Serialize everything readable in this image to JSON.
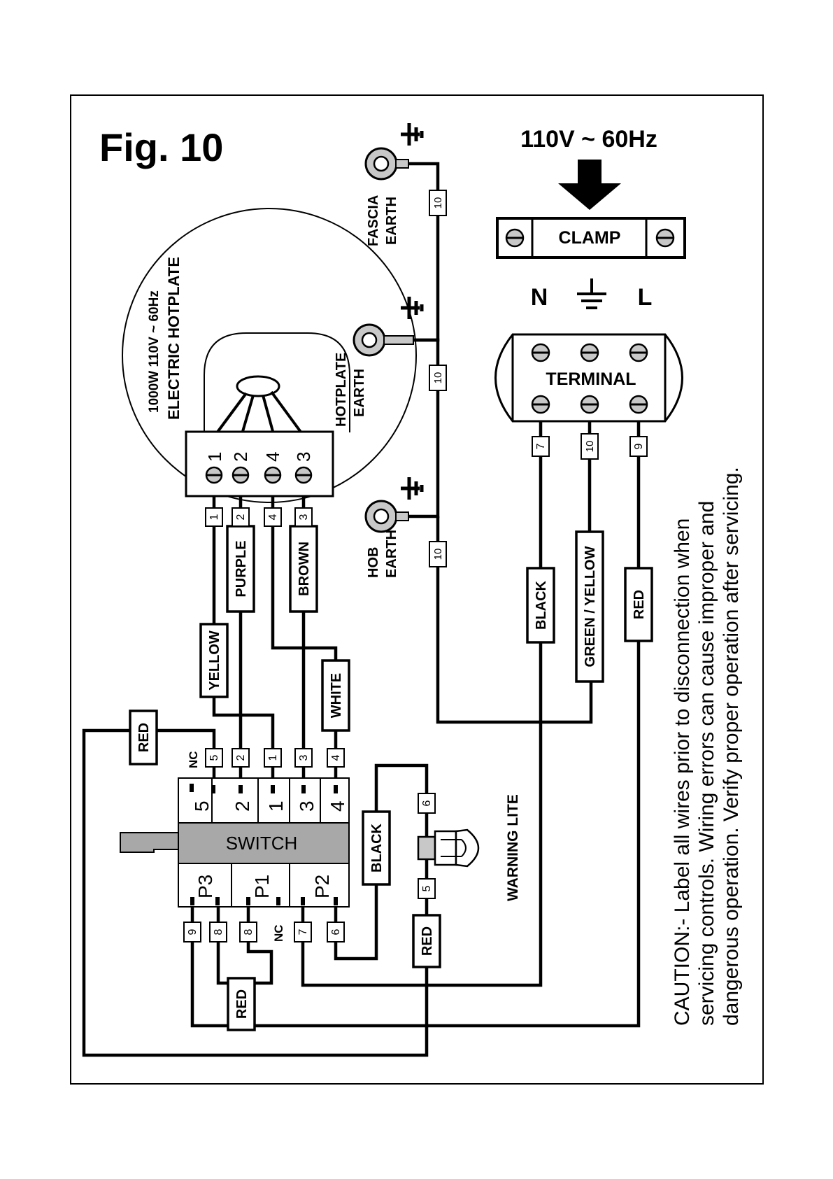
{
  "figure": {
    "title": "Fig. 10",
    "supply": "110V ~ 60Hz",
    "clamp": "CLAMP",
    "terminal": "TERMINAL",
    "neutral": "N",
    "live": "L",
    "hotplate": {
      "line1": "1000W 110V ~ 60Hz",
      "line2": "ELECTRIC HOTPLATE"
    },
    "hotplate_pins": [
      "1",
      "2",
      "4",
      "3"
    ],
    "earth_labels": {
      "fascia": [
        "FASCIA",
        "EARTH"
      ],
      "hotplate": [
        "HOTPLATE",
        "EARTH"
      ],
      "hob": [
        "HOB",
        "EARTH"
      ]
    },
    "switch": {
      "label": "SWITCH",
      "top_pins": [
        "5",
        "2",
        "1",
        "3",
        "4"
      ],
      "bottom_pins": [
        "P3",
        "P1",
        "P2"
      ],
      "nc_top": "NC",
      "nc_bottom": "NC"
    },
    "warning_lite": "WARNING LITE",
    "wire_colors": {
      "yellow": "YELLOW",
      "purple": "PURPLE",
      "brown": "BROWN",
      "white": "WHITE",
      "red": "RED",
      "black": "BLACK",
      "green_yellow": "GREEN / YELLOW"
    },
    "wire_numbers": {
      "n1": "1",
      "n2": "2",
      "n3": "3",
      "n4": "4",
      "n5": "5",
      "n6": "6",
      "n7": "7",
      "n8": "8",
      "n9": "9",
      "n10": "10"
    },
    "caution": [
      "CAUTION:-    Label all wires prior to disconnection when",
      "servicing controls. Wiring errors can cause improper and",
      "dangerous operation. Verify proper operation after servicing."
    ]
  }
}
